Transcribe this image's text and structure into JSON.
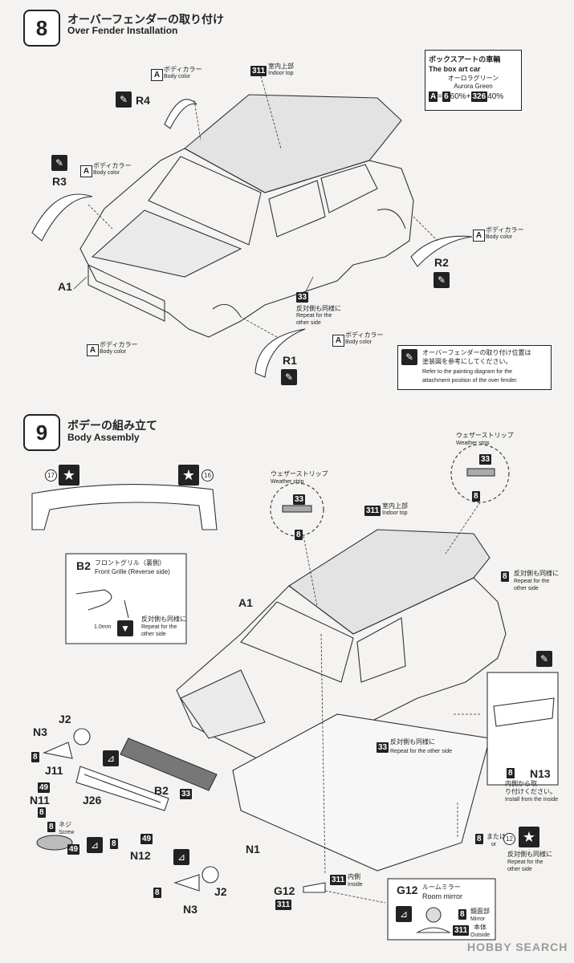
{
  "step8": {
    "number": "8",
    "title_jp": "オーバーフェンダーの取り付け",
    "title_en": "Over Fender Installation",
    "boxart": {
      "jp": "ボックスアートの車輌",
      "en": "The box art car",
      "color_jp": "オーロラグリーン",
      "color_en": "Aurora Green",
      "formula": {
        "part": "A",
        "eq": "=",
        "c1": "6",
        "p1": "60%+",
        "c2": "326",
        "p2": "40%"
      }
    },
    "indoor_top": {
      "code": "311",
      "jp": "室内上部",
      "en": "Indoor top"
    },
    "body_color": {
      "code": "A",
      "jp": "ボディカラー",
      "en": "Body color"
    },
    "repeat": {
      "code": "33",
      "jp": "反対側も同様に",
      "en1": "Repeat for the",
      "en2": "other side"
    },
    "parts": {
      "r4": "R4",
      "r3": "R3",
      "r2": "R2",
      "r1": "R1",
      "a1": "A1"
    },
    "note": {
      "jp1": "オーバーフェンダーの取り付け位置は",
      "jp2": "塗装図を参考にしてください。",
      "en1": "Refer to the painting diagram for the",
      "en2": "attachment position of the over fender."
    }
  },
  "step9": {
    "number": "9",
    "title_jp": "ボデーの組み立て",
    "title_en": "Body Assembly",
    "marker17": "17",
    "marker16": "16",
    "weather_strip": {
      "jp": "ウェザーストリップ",
      "en": "Weather strip",
      "c1": "33",
      "c2": "8"
    },
    "indoor_top": {
      "code": "311",
      "jp": "室内上部",
      "en": "Indoor top"
    },
    "grille": {
      "part": "B2",
      "jp": "フロントグリル（裏側）",
      "en": "Front Grille (Reverse side)",
      "dim": "1.0mm",
      "rep_jp": "反対側も同様に",
      "rep_en1": "Repeat for the",
      "rep_en2": "other side"
    },
    "repeat": {
      "code": "8",
      "jp": "反対側も同様に",
      "en1": "Repeat for the",
      "en2": "other side"
    },
    "repeat33": {
      "code": "33",
      "jp": "反対側も同様に",
      "en": "Repeat for the other side"
    },
    "parts": {
      "a1": "A1",
      "n3a": "N3",
      "j2a": "J2",
      "j11": "J11",
      "n11": "N11",
      "j26": "J26",
      "b2": "B2",
      "b2c": "33",
      "n12": "N12",
      "n1": "N1",
      "n3b": "N3",
      "j2b": "J2",
      "n13": "N13",
      "g12": "G12"
    },
    "c8": "8",
    "c49": "49",
    "screw": {
      "jp": "ネジ",
      "en": "Screw"
    },
    "n13note": {
      "jp1": "内側から取",
      "jp2": "り付けください。",
      "en": "Install from the inside"
    },
    "inside": {
      "code": "311",
      "jp": "内側",
      "en": "Inside"
    },
    "or": {
      "jp": "または",
      "en": "or",
      "c8": "8",
      "c12": "12"
    },
    "right_repeat": {
      "jp": "反対側も同様に",
      "en1": "Repeat for the",
      "en2": "other side"
    },
    "g12_code": "311",
    "mirror": {
      "part": "G12",
      "jp": "ルームミラー",
      "en": "Room mirror",
      "m_code": "8",
      "m_jp": "鏡面部",
      "m_en": "Mirror",
      "o_code": "311",
      "o_jp": "本体",
      "o_en": "Outside"
    }
  },
  "watermark": "HOBBY SEARCH"
}
